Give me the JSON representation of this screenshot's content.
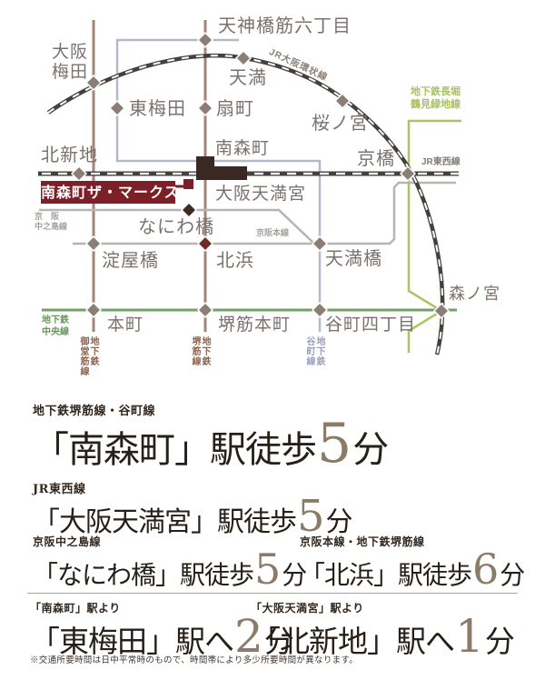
{
  "colors": {
    "accent_red": "#7d1f26",
    "number_taupe": "#8b7b69",
    "jr_dark": "#45403d",
    "subway_brown": "#a18677",
    "tanimachi_lavender": "#b4b9c9",
    "keihan_gray": "#b7b4b1",
    "chuo_green": "#72a164",
    "nagahori_green": "#aac464",
    "marker_taupe": "#8a7e76",
    "marker_dark_maroon": "#3f2a21",
    "marker_dark_red": "#6f2b26"
  },
  "map": {
    "property": {
      "label": "南森町ザ・マークス"
    },
    "station_labels": {
      "osaka_umeda_1": "大阪",
      "osaka_umeda_2": "梅田",
      "tenjimbashisuji6": "天神橋筋六丁目",
      "temma": "天満",
      "higashi_umeda": "東梅田",
      "ogimachi": "扇町",
      "sakuranomiya": "桜ノ宮",
      "kitashinchi": "北新地",
      "minamimorimachi": "南森町",
      "osakatemmangu": "大阪天満宮",
      "naniwabashi": "なにわ橋",
      "yodoyabashi": "淀屋橋",
      "kitahama": "北浜",
      "temmabashi": "天満橋",
      "kyobashi": "京橋",
      "morinomiya": "森ノ宮",
      "tanimachi4": "谷町四丁目",
      "hommachi": "本町",
      "sakaisujihommachi": "堺筋本町"
    },
    "line_labels": {
      "jr_loop": "JR大阪環状線",
      "jr_tozai": "JR東西線",
      "keihan_main": "京阪本線",
      "nakanoshima_1": "京阪",
      "nakanoshima_2": "中之島線",
      "chuo_1": "地下鉄",
      "chuo_2": "中央線",
      "nagahori_1": "地下鉄長堀",
      "nagahori_2": "鶴見緑地線",
      "midosuji_v1": "地下鉄",
      "midosuji_v2": "御堂筋線",
      "sakaisuji_v1": "地下鉄",
      "sakaisuji_v2": "堺筋線",
      "tanimachi_v1": "地下鉄",
      "tanimachi_v2": "谷町線"
    }
  },
  "access": {
    "walk": [
      {
        "line": "地下鉄堺筋線・谷町線",
        "station": "「南森町」駅徒歩",
        "minutes": "5",
        "unit": "分"
      },
      {
        "line": "JR東西線",
        "station": "「大阪天満宮」駅徒歩",
        "minutes": "5",
        "unit": "分"
      },
      {
        "line": "京阪中之島線",
        "station": "「なにわ橋」駅徒歩",
        "minutes": "5",
        "unit": "分"
      },
      {
        "line": "京阪本線・地下鉄堺筋線",
        "station": "「北浜」駅徒歩",
        "minutes": "6",
        "unit": "分"
      }
    ],
    "ride": [
      {
        "from": "「南森町」駅より",
        "station": "「東梅田」駅へ",
        "minutes": "2",
        "unit": "分"
      },
      {
        "from": "「大阪天満宮」駅より",
        "station": "「北新地」駅へ",
        "minutes": "1",
        "unit": "分"
      }
    ],
    "note": "※交通所要時間は日中平常時のもので、時間帯により多少所要時間が異なります。"
  }
}
